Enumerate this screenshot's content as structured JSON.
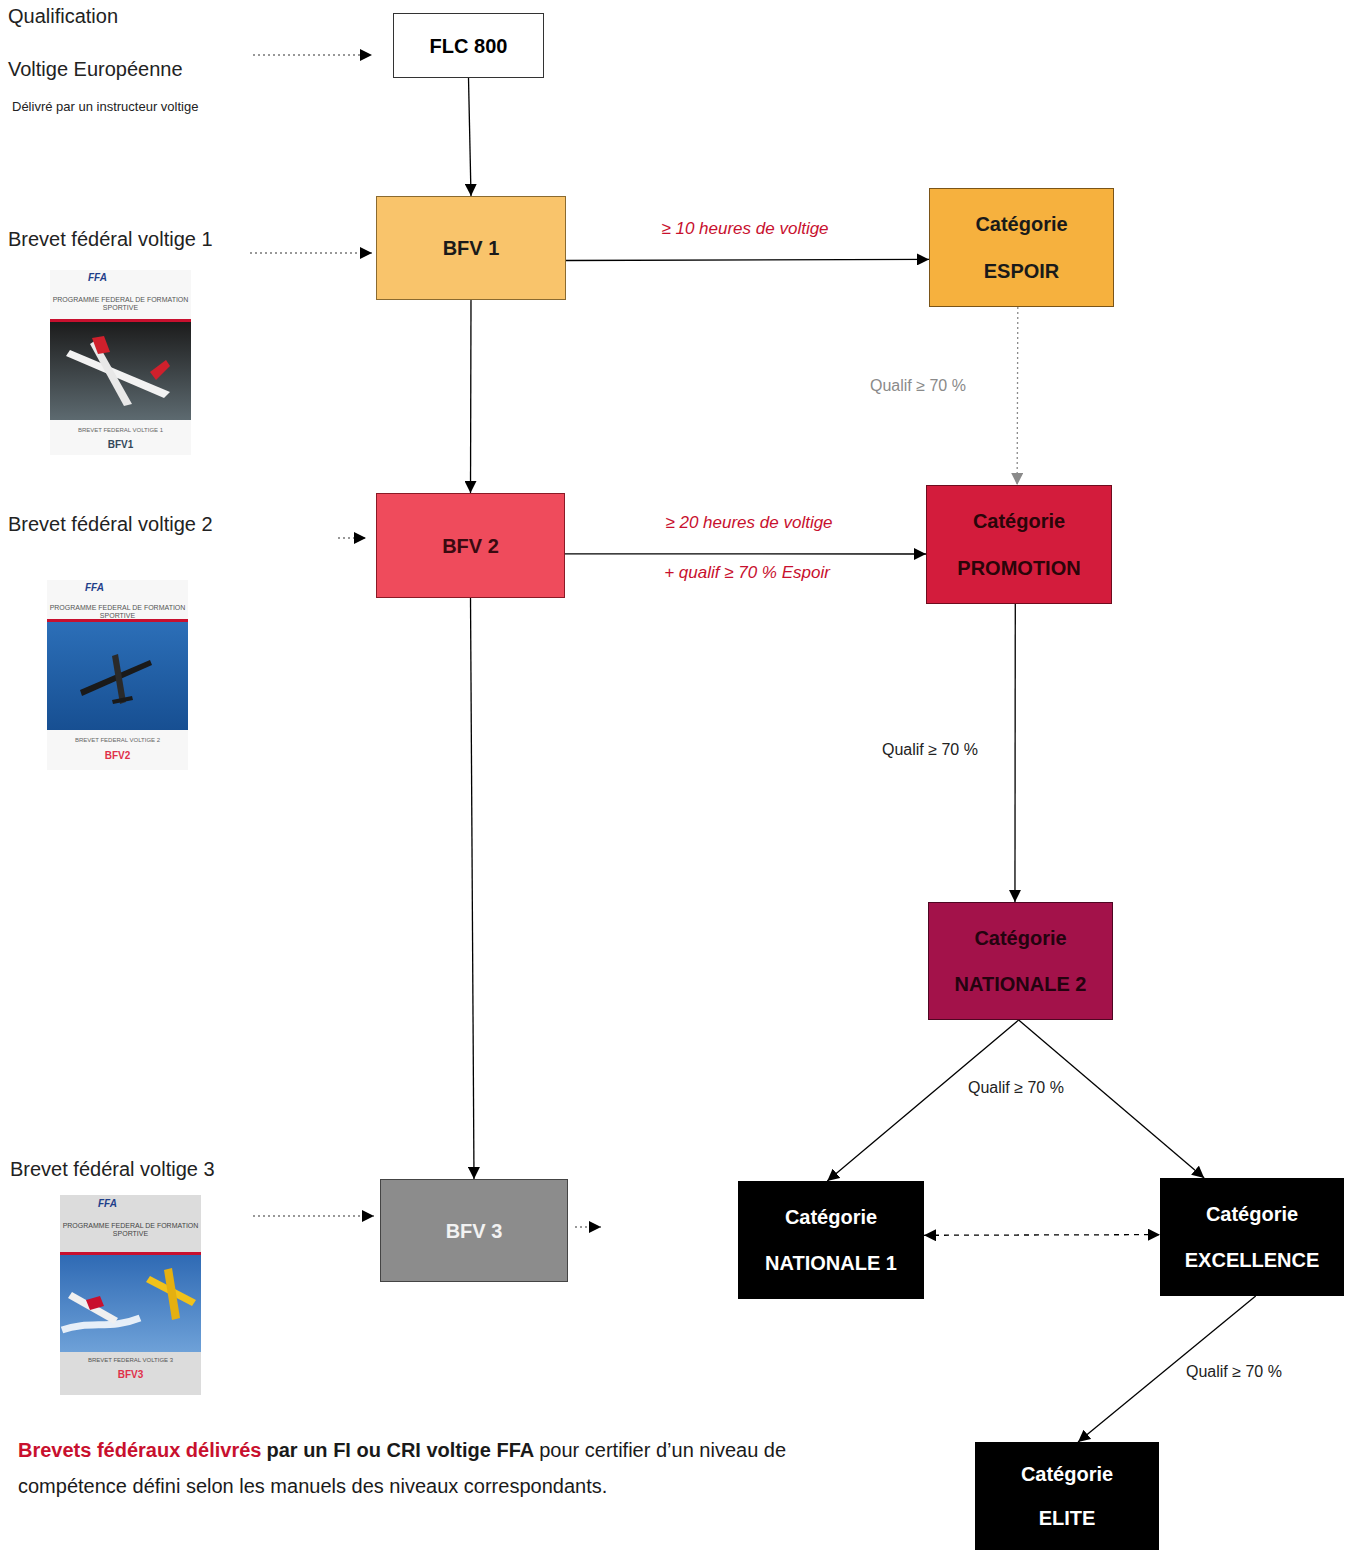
{
  "diagram": {
    "nodes": [
      {
        "text": [
          "FLC 800"
        ]
      },
      {
        "text": [
          "BFV 1"
        ]
      },
      {
        "text": [
          "Catégorie",
          "ESPOIR"
        ]
      },
      {
        "text": [
          "BFV 2"
        ]
      },
      {
        "text": [
          "Catégorie",
          "PROMOTION"
        ]
      },
      {
        "text": [
          "Catégorie",
          "NATIONALE 2"
        ]
      },
      {
        "text": [
          "BFV 3"
        ]
      },
      {
        "text": [
          "Catégorie",
          "NATIONALE 1"
        ]
      },
      {
        "text": [
          "Catégorie",
          "EXCELLENCE"
        ]
      },
      {
        "text": [
          "Catégorie",
          "ELITE"
        ]
      }
    ],
    "edges": [
      {
        "from": 0,
        "to": 1,
        "arrow": "to"
      },
      {
        "from": 1,
        "to": 2,
        "label": "≥ 10 heures de voltige",
        "arrow": "to"
      },
      {
        "from": 2,
        "to": 4,
        "label": "Qualif ≥ 70 %",
        "arrow": "to"
      },
      {
        "from": 1,
        "to": 3,
        "arrow": "to"
      },
      {
        "from": 3,
        "to": 4,
        "label": "≥ 20 heures de voltige",
        "arrow": "to"
      },
      {
        "from": 4,
        "to": 5,
        "label": "Qualif ≥ 70 %",
        "arrow": "to"
      },
      {
        "from": 3,
        "to": 6,
        "arrow": "to"
      },
      {
        "from": 5,
        "to": 7,
        "label": "Qualif ≥ 70 %",
        "arrow": "to"
      },
      {
        "from": 5,
        "to": 8,
        "arrow": "to"
      },
      {
        "from": 7,
        "to": 8,
        "arrow": "both"
      },
      {
        "from": 8,
        "to": 9,
        "label": "Qualif ≥ 70 %",
        "arrow": "to"
      }
    ],
    "labels": [
      "Qualification",
      "Voltige Européenne",
      "Délivré par un instructeur voltige",
      "Brevet fédéral voltige 1",
      "FFA",
      "PROGRAMME FEDERAL DE FORMATION SPORTIVE",
      "BREVET FEDERAL VOLTIGE 1",
      "BFV1",
      "Brevet fédéral voltige 2",
      "FFA",
      "PROGRAMME FEDERAL DE FORMATION SPORTIVE",
      "BREVET FEDERAL VOLTIGE 2",
      "BFV2",
      "+ qualif ≥ 70 % Espoir",
      "Brevet fédéral voltige 3",
      "FFA",
      "PROGRAMME FEDERAL DE FORMATION SPORTIVE",
      "BREVET FEDERAL VOLTIGE 3",
      "BFV3",
      "Brevets fédéraux délivrés",
      "par un FI ou CRI voltige FFA",
      "pour certifier d’un niveau de compétence défini selon les manuels des niveaux correspondants."
    ]
  }
}
